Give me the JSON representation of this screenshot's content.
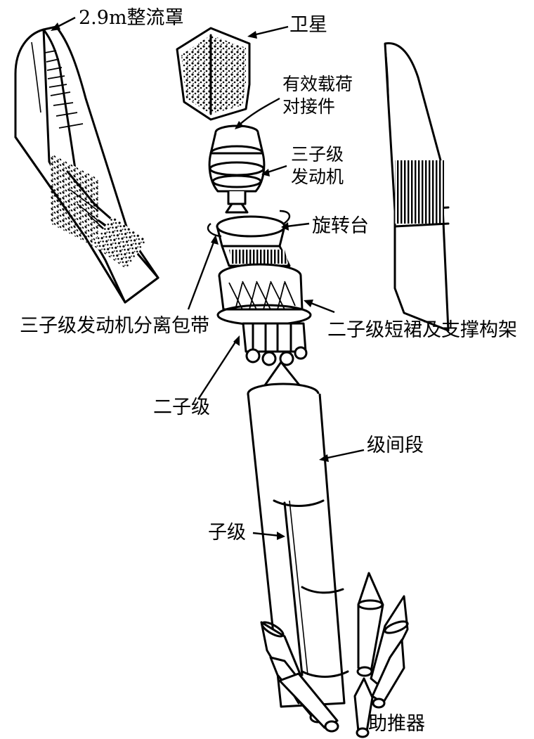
{
  "labels": {
    "fairing": "2.9m整流罩",
    "satellite": "卫星",
    "payload_adapter_line1": "有效载荷",
    "payload_adapter_line2": "对接件",
    "third_stage_engine_line1": "三子级",
    "third_stage_engine_line2": "发动机",
    "spin_table": "旋转台",
    "third_stage_separation_band": "三子级发动机分离包带",
    "second_stage_skirt_truss": "二子级短裙及支撑构架",
    "second_stage": "二子级",
    "interstage": "级间段",
    "first_stage": "子级",
    "boosters": "助推器"
  }
}
